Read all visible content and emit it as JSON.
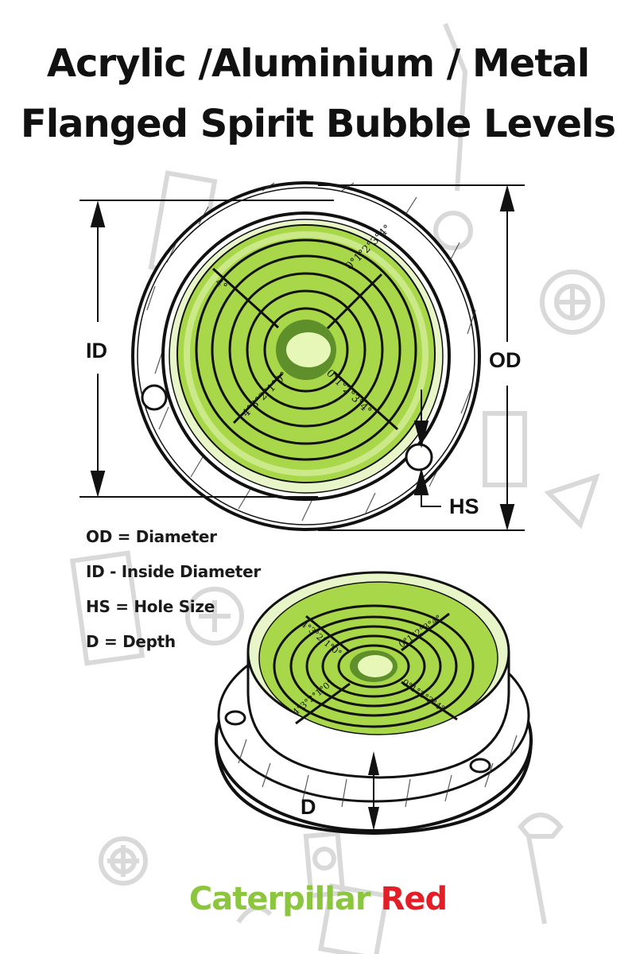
{
  "title": {
    "line1": "Acrylic /Aluminium / Metal",
    "line2": "Flanged Spirit Bubble Levels"
  },
  "dimensions": {
    "od": "OD",
    "id": "ID",
    "hs": "HS",
    "d": "D"
  },
  "legend": [
    {
      "text": "OD = Diameter"
    },
    {
      "text": "ID - Inside Diameter"
    },
    {
      "text": "HS = Hole Size"
    },
    {
      "text": "D = Depth"
    }
  ],
  "scale_marks": [
    "0°",
    "1°",
    "2°",
    "3°",
    "4°"
  ],
  "brand": {
    "part1": "Caterpillar",
    "part2": "Red"
  },
  "colors": {
    "green_vial": "#a8d84a",
    "green_light": "#d9f0a0",
    "brand_green": "#8cc63f",
    "brand_red": "#e41e26",
    "outline": "#111111",
    "background_icons": "#d6d6d6"
  }
}
